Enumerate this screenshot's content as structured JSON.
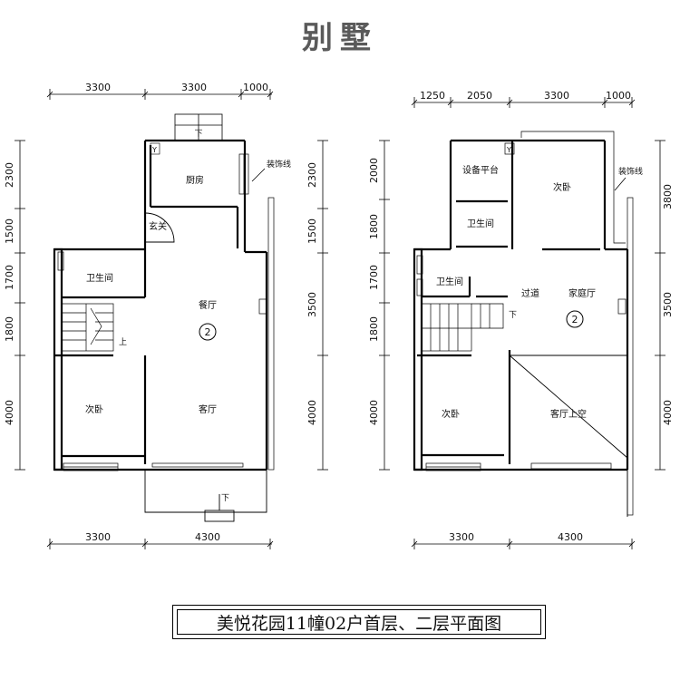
{
  "title": "别墅",
  "caption": "美悦花园11幢02户首层、二层平面图",
  "floor1": {
    "top_dims": [
      "3300",
      "3300",
      "1000"
    ],
    "bottom_dims": [
      "3300",
      "4300"
    ],
    "left_dims": [
      "2300",
      "1500",
      "1700",
      "1800",
      "4000"
    ],
    "right_dims": [
      "2300",
      "1500",
      "3500",
      "4000"
    ],
    "rooms": {
      "kitchen": "厨房",
      "foyer": "玄关",
      "bath": "卫生间",
      "dining": "餐厅",
      "bedroom": "次卧",
      "living": "客厅"
    },
    "decor_line": "装饰线",
    "unit_no": "2",
    "down_top": "下",
    "down_bottom": "下",
    "up": "上",
    "y_mark": "Y"
  },
  "floor2": {
    "top_dims": [
      "1250",
      "2050",
      "3300",
      "1000"
    ],
    "bottom_dims": [
      "3300",
      "4300"
    ],
    "left_dims": [
      "2000",
      "1800",
      "1700",
      "1800",
      "4000"
    ],
    "right_dims": [
      "3800",
      "3500",
      "4000"
    ],
    "rooms": {
      "equipment": "设备平台",
      "bedroom_top": "次卧",
      "bath_top": "卫生间",
      "bath": "卫生间",
      "corridor": "过道",
      "family": "家庭厅",
      "bedroom": "次卧",
      "void": "客厅上空"
    },
    "decor_line": "装饰线",
    "unit_no": "2",
    "down": "下",
    "y_mark": "Y"
  }
}
